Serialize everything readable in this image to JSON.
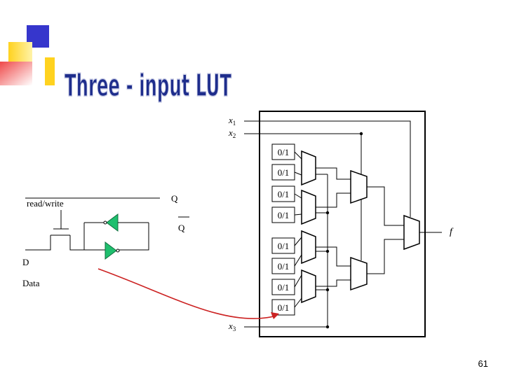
{
  "slide": {
    "title": "Three - input LUT",
    "page_number": "61"
  },
  "inputs": {
    "x1": {
      "var": "x",
      "sub": "1"
    },
    "x2": {
      "var": "x",
      "sub": "2"
    },
    "x3": {
      "var": "x",
      "sub": "3"
    }
  },
  "output": {
    "label": "f"
  },
  "cells": [
    "0/1",
    "0/1",
    "0/1",
    "0/1",
    "0/1",
    "0/1",
    "0/1",
    "0/1"
  ],
  "sram": {
    "read_write_label": "read/write",
    "q_label": "Q",
    "q_bar_label": "Q",
    "d_label": "D",
    "data_label": "Data"
  },
  "colors": {
    "title_fill": "#1e2d8c",
    "title_stroke": "#c9cde6",
    "sq_blue": "#3636cc",
    "sq_yellow": "#ffd21f",
    "sq_red": "#ef4848",
    "inverter_fill": "#1fbf6e",
    "arrow": "#cc2222",
    "line": "#000000"
  }
}
